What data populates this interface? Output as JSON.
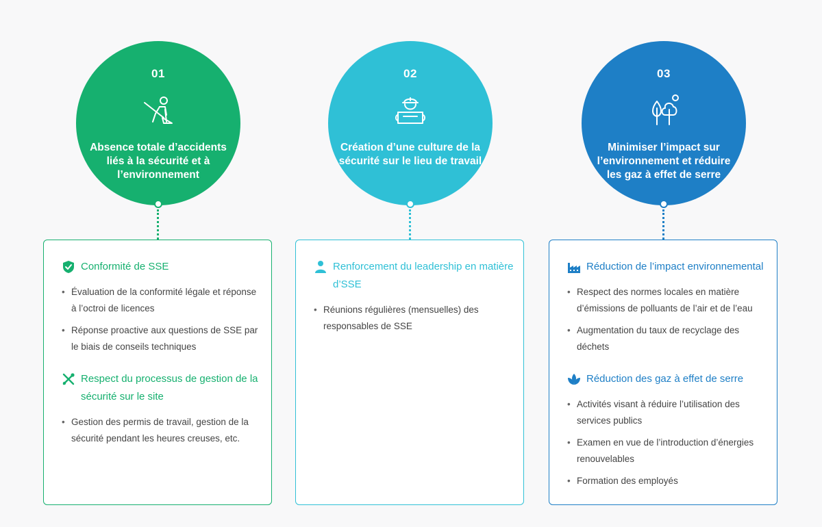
{
  "columns": [
    {
      "num": "01",
      "title": "Absence totale d’accidents liés à la sécurité et à l’environnement",
      "icon": "worker-shovel-icon",
      "color": "#16b06f",
      "sections": [
        {
          "icon": "shield-check-icon",
          "title": "Conformité de SSE",
          "items": [
            "Évaluation de la conformité légale et réponse à l’octroi de licences",
            "Réponse proactive aux questions de SSE par le biais de conseils techniques"
          ]
        },
        {
          "icon": "tools-icon",
          "title": "Respect du processus de gestion de la sécurité sur le site",
          "items": [
            "Gestion des permis de travail, gestion de la sécurité pendant les heures creuses, etc."
          ]
        }
      ]
    },
    {
      "num": "02",
      "title": "Création d’une culture de la sécurité sur le lieu de travail",
      "icon": "hardhat-worker-icon",
      "color": "#2fc0d6",
      "sections": [
        {
          "icon": "person-icon",
          "title": "Renforcement du leadership en matière d’SSE",
          "items": [
            "Réunions régulières (mensuelles) des responsables de SSE"
          ]
        }
      ]
    },
    {
      "num": "03",
      "title": "Minimiser l’impact sur l’environnement et réduire les gaz à effet de serre",
      "icon": "trees-icon",
      "color": "#1e7fc6",
      "sections": [
        {
          "icon": "factory-icon",
          "title": "Réduction de l’impact environnemental",
          "items": [
            "Respect des normes locales en matière d’émissions de polluants de l’air et de l’eau",
            "Augmentation du taux de recyclage des déchets"
          ]
        },
        {
          "icon": "leaves-icon",
          "title": "Réduction des gaz à effet de serre",
          "items": [
            "Activités visant à réduire l’utilisation des services publics",
            "Examen en vue de l’introduction d’énergies renouvelables",
            "Formation des employés"
          ]
        }
      ]
    }
  ]
}
